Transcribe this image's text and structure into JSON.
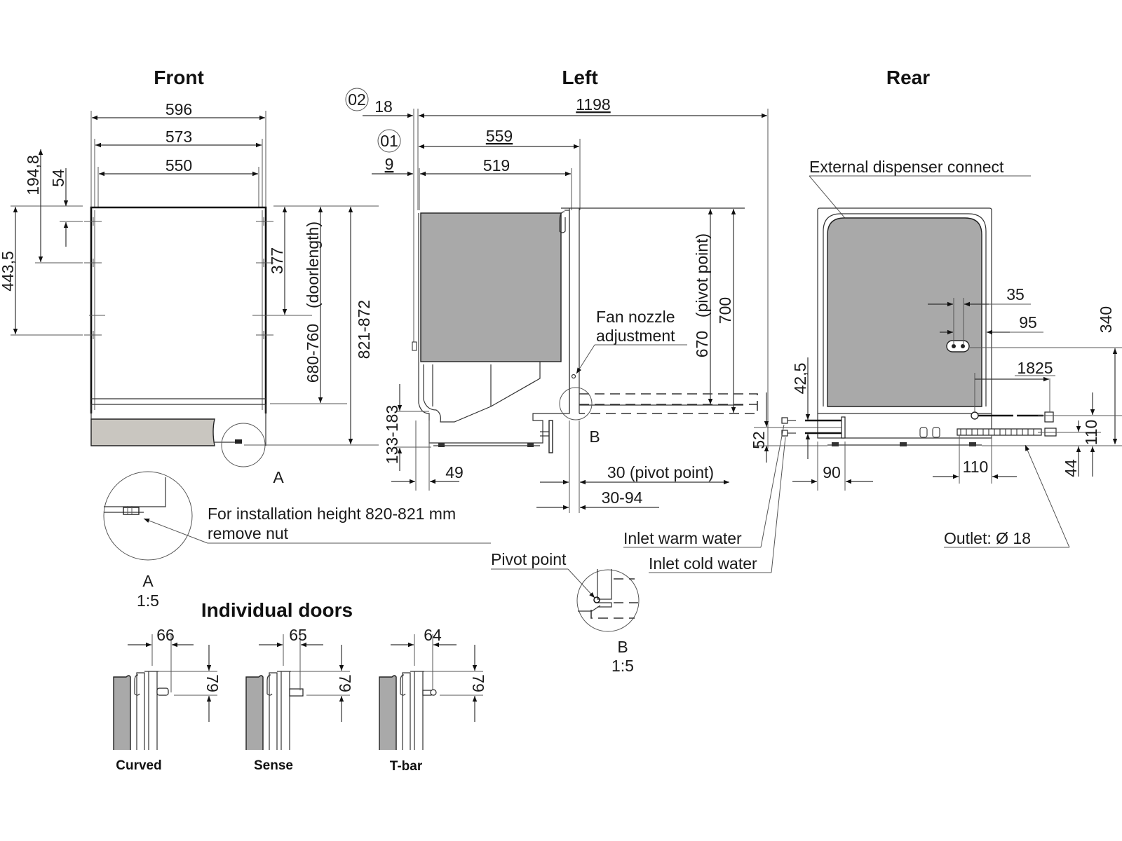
{
  "views": {
    "front": {
      "title": "Front",
      "widths": [
        "596",
        "573",
        "550"
      ],
      "left_dims": [
        "194,8",
        "54",
        "443,5"
      ],
      "right_dims": [
        "377",
        "(doorlength)",
        "680-760",
        "821-872"
      ],
      "detail_marker": "A"
    },
    "left": {
      "title": "Left",
      "markers": [
        "02",
        "01"
      ],
      "top_dims": [
        "18",
        "1198",
        "559",
        "9",
        "519"
      ],
      "side_dims": [
        "133-183",
        "49"
      ],
      "right_dims": [
        "670",
        "(pivot point)",
        "700",
        "52"
      ],
      "bottom_dims": [
        "30 (pivot point)",
        "30-94"
      ],
      "fan_label_line1": "Fan nozzle",
      "fan_label_line2": "adjustment",
      "detail_marker": "B"
    },
    "rear": {
      "title": "Rear",
      "dispenser_label": "External dispenser connect",
      "dims": [
        "35",
        "95",
        "340",
        "1825",
        "42,5",
        "110",
        "90",
        "110",
        "44"
      ],
      "inlet_warm": "Inlet warm water",
      "inlet_cold": "Inlet cold water",
      "outlet": "Outlet: Ø 18"
    }
  },
  "detail_a": {
    "note_line1": "For installation height 820-821 mm",
    "note_line2": "remove nut",
    "label": "A",
    "scale": "1:5"
  },
  "detail_b": {
    "pivot_label": "Pivot point",
    "label": "B",
    "scale": "1:5"
  },
  "individual_doors": {
    "title": "Individual doors",
    "doors": [
      {
        "name": "Curved",
        "width": "66",
        "height": "79"
      },
      {
        "name": "Sense",
        "width": "65",
        "height": "79"
      },
      {
        "name": "T-bar",
        "width": "64",
        "height": "79"
      }
    ]
  }
}
